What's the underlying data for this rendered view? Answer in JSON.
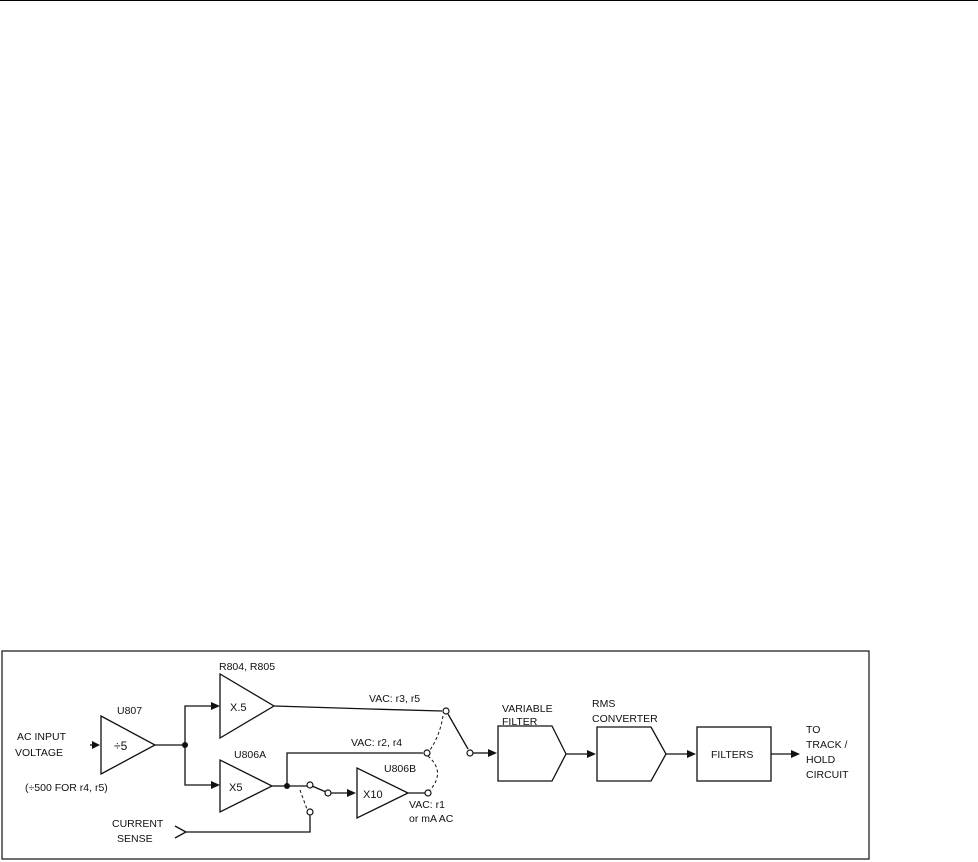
{
  "diagram": {
    "input": {
      "line1": "AC INPUT",
      "line2": "VOLTAGE"
    },
    "u807": {
      "ref": "U807",
      "gain": "÷5",
      "note": "(÷500 FOR r4, r5)"
    },
    "r804": {
      "ref": "R804, R805",
      "gain": "X.5"
    },
    "u806a": {
      "ref": "U806A",
      "gain": "X5"
    },
    "u806b": {
      "ref": "U806B",
      "gain": "X10"
    },
    "current_sense": {
      "line1": "CURRENT",
      "line2": "SENSE"
    },
    "switch_labels": {
      "r3r5": "VAC: r3, r5",
      "r2r4": "VAC: r2, r4",
      "r1_line1": "VAC: r1",
      "r1_line2": "or mA AC"
    },
    "variable_filter": {
      "line1": "VARIABLE",
      "line2": "FILTER"
    },
    "rms_converter": {
      "line1": "RMS",
      "line2": "CONVERTER"
    },
    "filters": {
      "label": "FILTERS"
    },
    "output": {
      "line1": "TO",
      "line2": "TRACK /",
      "line3": "HOLD",
      "line4": "CIRCUIT"
    }
  }
}
